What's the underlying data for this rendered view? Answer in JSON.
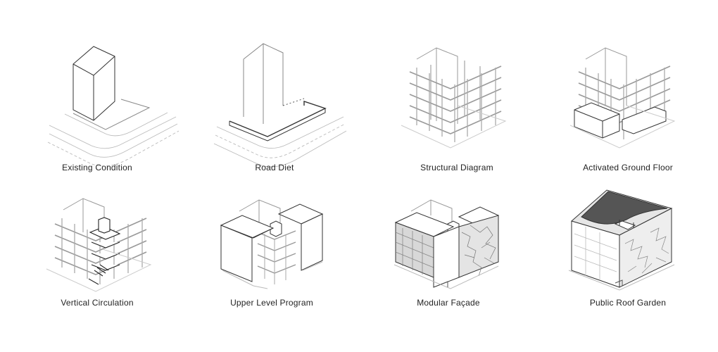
{
  "panels": [
    {
      "caption": "Existing Condition"
    },
    {
      "caption": "Road Diet"
    },
    {
      "caption": "Structural Diagram"
    },
    {
      "caption": "Activated Ground Floor"
    },
    {
      "caption": "Vertical Circulation"
    },
    {
      "caption": "Upper Level Program"
    },
    {
      "caption": "Modular Façade"
    },
    {
      "caption": "Public Roof Garden"
    }
  ]
}
